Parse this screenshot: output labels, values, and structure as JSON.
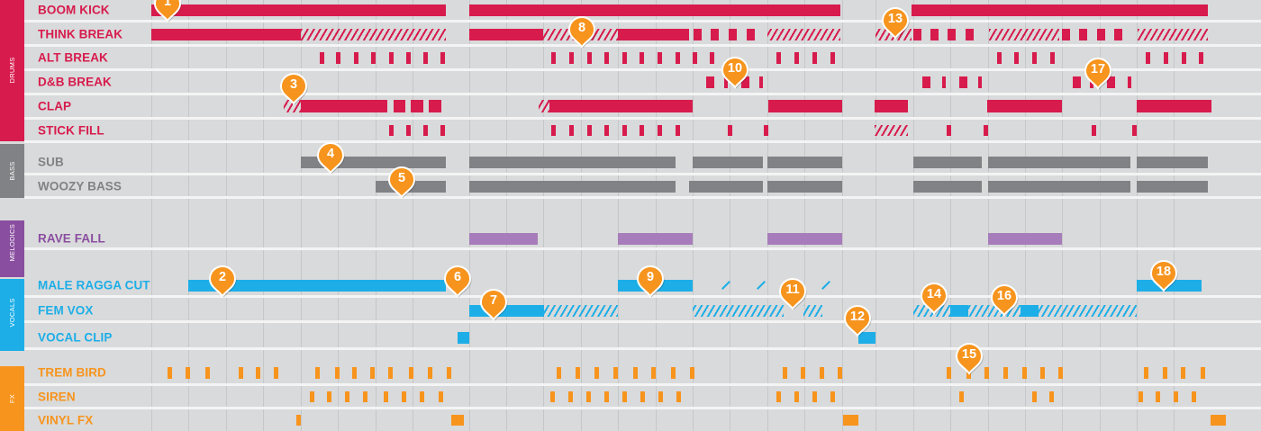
{
  "colors": {
    "drums": "#d71b4d",
    "bass": "#808285",
    "melodics": "#8a4ea0",
    "melodics_clip": "#a77cba",
    "vocals": "#1daee7",
    "fx": "#f7941d",
    "marker": "#f7941d",
    "background": "#d9dadb",
    "separator": "#f4f4f4",
    "gridline": "#c6c7c8"
  },
  "groups": [
    {
      "id": "drums",
      "label": "DRUMS",
      "color": "#d71b4d"
    },
    {
      "id": "bass",
      "label": "BASS",
      "color": "#808285"
    },
    {
      "id": "melodics",
      "label": "MELODICS",
      "color": "#8a4ea0"
    },
    {
      "id": "vocals",
      "label": "VOCALS",
      "color": "#1daee7"
    },
    {
      "id": "fx",
      "label": "FX",
      "color": "#f7941d"
    }
  ],
  "lanes": [
    {
      "name": "BOOM KICK",
      "group": "drums",
      "color": "#d71b4d",
      "clips": [
        {
          "s": 168,
          "e": 495,
          "t": "solid"
        },
        {
          "s": 521,
          "e": 933,
          "t": "solid"
        },
        {
          "s": 1012,
          "e": 1341,
          "t": "solid"
        }
      ]
    },
    {
      "name": "THINK BREAK",
      "group": "drums",
      "color": "#d71b4d",
      "clips": [
        {
          "s": 168,
          "e": 334,
          "t": "solid"
        },
        {
          "s": 334,
          "e": 495,
          "t": "hatch"
        },
        {
          "s": 521,
          "e": 603,
          "t": "solid"
        },
        {
          "s": 603,
          "e": 686,
          "t": "hatch"
        },
        {
          "s": 686,
          "e": 765,
          "t": "solid"
        },
        {
          "s": 770,
          "e": 779,
          "t": "solid"
        },
        {
          "s": 789,
          "e": 798,
          "t": "solid"
        },
        {
          "s": 809,
          "e": 818,
          "t": "solid"
        },
        {
          "s": 829,
          "e": 838,
          "t": "solid"
        },
        {
          "s": 852,
          "e": 933,
          "t": "hatch"
        },
        {
          "s": 972,
          "e": 1012,
          "t": "hatch"
        },
        {
          "s": 1014,
          "e": 1023,
          "t": "solid"
        },
        {
          "s": 1033,
          "e": 1042,
          "t": "solid"
        },
        {
          "s": 1052,
          "e": 1061,
          "t": "solid"
        },
        {
          "s": 1072,
          "e": 1081,
          "t": "solid"
        },
        {
          "s": 1098,
          "e": 1176,
          "t": "hatch"
        },
        {
          "s": 1179,
          "e": 1188,
          "t": "solid"
        },
        {
          "s": 1198,
          "e": 1207,
          "t": "solid"
        },
        {
          "s": 1218,
          "e": 1227,
          "t": "solid"
        },
        {
          "s": 1237,
          "e": 1246,
          "t": "solid"
        },
        {
          "s": 1263,
          "e": 1341,
          "t": "hatch"
        }
      ]
    },
    {
      "name": "ALT BREAK",
      "group": "drums",
      "color": "#d71b4d",
      "hit_w": 5,
      "hits": [
        355,
        373,
        393,
        412,
        432,
        451,
        470,
        489,
        612,
        632,
        652,
        671,
        691,
        710,
        730,
        750,
        769,
        788,
        862,
        882,
        902,
        922,
        1107,
        1126,
        1146,
        1166,
        1272,
        1292,
        1312,
        1331
      ]
    },
    {
      "name": "D&B BREAK",
      "group": "drums",
      "color": "#d71b4d",
      "clips": [
        {
          "s": 784,
          "e": 793,
          "t": "solid"
        },
        {
          "s": 804,
          "e": 808,
          "t": "solid"
        },
        {
          "s": 823,
          "e": 832,
          "t": "solid"
        },
        {
          "s": 843,
          "e": 847,
          "t": "solid"
        },
        {
          "s": 1024,
          "e": 1033,
          "t": "solid"
        },
        {
          "s": 1046,
          "e": 1050,
          "t": "solid"
        },
        {
          "s": 1065,
          "e": 1074,
          "t": "solid"
        },
        {
          "s": 1086,
          "e": 1090,
          "t": "solid"
        },
        {
          "s": 1191,
          "e": 1200,
          "t": "solid"
        },
        {
          "s": 1210,
          "e": 1214,
          "t": "solid"
        },
        {
          "s": 1229,
          "e": 1238,
          "t": "solid"
        },
        {
          "s": 1252,
          "e": 1256,
          "t": "solid"
        }
      ]
    },
    {
      "name": "CLAP",
      "group": "drums",
      "color": "#d71b4d",
      "clips": [
        {
          "s": 315,
          "e": 334,
          "t": "hatch"
        },
        {
          "s": 334,
          "e": 430,
          "t": "solid"
        },
        {
          "s": 437,
          "e": 450,
          "t": "solid"
        },
        {
          "s": 456,
          "e": 470,
          "t": "solid"
        },
        {
          "s": 476,
          "e": 490,
          "t": "solid"
        },
        {
          "s": 598,
          "e": 610,
          "t": "hatch"
        },
        {
          "s": 610,
          "e": 769,
          "t": "solid"
        },
        {
          "s": 853,
          "e": 935,
          "t": "solid"
        },
        {
          "s": 971,
          "e": 1008,
          "t": "solid"
        },
        {
          "s": 1096,
          "e": 1179,
          "t": "solid"
        },
        {
          "s": 1262,
          "e": 1345,
          "t": "solid"
        }
      ]
    },
    {
      "name": "STICK FILL",
      "group": "drums",
      "color": "#d71b4d",
      "hit_w": 5,
      "hits": [
        432,
        451,
        470,
        489,
        612,
        632,
        652,
        671,
        691,
        710,
        730,
        750,
        808,
        848
      ],
      "hatch": [
        [
          971,
          1008
        ]
      ],
      "hits2": [
        1051,
        1092,
        1212,
        1257
      ]
    },
    {
      "name": "SUB",
      "group": "bass",
      "color": "#808285",
      "clips": [
        {
          "s": 334,
          "e": 495,
          "t": "solid"
        },
        {
          "s": 521,
          "e": 750,
          "t": "solid"
        },
        {
          "s": 769,
          "e": 847,
          "t": "solid"
        },
        {
          "s": 852,
          "e": 935,
          "t": "solid"
        },
        {
          "s": 1014,
          "e": 1090,
          "t": "solid"
        },
        {
          "s": 1097,
          "e": 1255,
          "t": "solid"
        },
        {
          "s": 1262,
          "e": 1341,
          "t": "solid"
        }
      ]
    },
    {
      "name": "WOOZY BASS",
      "group": "bass",
      "color": "#808285",
      "clips": [
        {
          "s": 417,
          "e": 495,
          "t": "solid"
        },
        {
          "s": 521,
          "e": 750,
          "t": "solid"
        },
        {
          "s": 765,
          "e": 847,
          "t": "solid"
        },
        {
          "s": 852,
          "e": 935,
          "t": "solid"
        },
        {
          "s": 1014,
          "e": 1090,
          "t": "solid"
        },
        {
          "s": 1097,
          "e": 1255,
          "t": "solid"
        },
        {
          "s": 1262,
          "e": 1341,
          "t": "solid"
        }
      ]
    },
    {
      "name": "RAVE FALL",
      "group": "melodics",
      "color": "#a77cba",
      "clips": [
        {
          "s": 521,
          "e": 597,
          "t": "solid"
        },
        {
          "s": 686,
          "e": 769,
          "t": "solid"
        },
        {
          "s": 852,
          "e": 935,
          "t": "solid"
        },
        {
          "s": 1097,
          "e": 1179,
          "t": "solid"
        }
      ]
    },
    {
      "name": "MALE RAGGA CUT",
      "group": "vocals",
      "color": "#1daee7",
      "clips": [
        {
          "s": 209,
          "e": 495,
          "t": "solid"
        },
        {
          "s": 686,
          "e": 769,
          "t": "solid"
        },
        {
          "s": 1262,
          "e": 1334,
          "t": "solid"
        }
      ],
      "slashes": [
        806,
        845,
        884,
        917
      ]
    },
    {
      "name": "FEM VOX",
      "group": "vocals",
      "color": "#1daee7",
      "clips": [
        {
          "s": 521,
          "e": 604,
          "t": "solid"
        },
        {
          "s": 604,
          "e": 686,
          "t": "hatch"
        },
        {
          "s": 769,
          "e": 870,
          "t": "hatch"
        },
        {
          "s": 892,
          "e": 913,
          "t": "hatch"
        },
        {
          "s": 1014,
          "e": 1055,
          "t": "hatch"
        },
        {
          "s": 1055,
          "e": 1075,
          "t": "solid"
        },
        {
          "s": 1075,
          "e": 1133,
          "t": "hatch"
        },
        {
          "s": 1133,
          "e": 1153,
          "t": "solid"
        },
        {
          "s": 1153,
          "e": 1262,
          "t": "hatch"
        }
      ]
    },
    {
      "name": "VOCAL CLIP",
      "group": "vocals",
      "color": "#1daee7",
      "clips": [
        {
          "s": 508,
          "e": 521,
          "t": "solid"
        },
        {
          "s": 953,
          "e": 972,
          "t": "solid"
        }
      ]
    },
    {
      "name": "TREM BIRD",
      "group": "fx",
      "color": "#f7941d",
      "hit_w": 5,
      "hits": [
        186,
        206,
        228,
        265,
        284,
        304,
        350,
        372,
        391,
        411,
        431,
        454,
        475,
        496,
        618,
        639,
        660,
        681,
        703,
        723,
        745,
        766,
        869,
        889,
        910,
        930,
        1051,
        1073,
        1093,
        1114,
        1135,
        1155,
        1175,
        1270,
        1291,
        1311,
        1333
      ]
    },
    {
      "name": "SIREN",
      "group": "fx",
      "color": "#f7941d",
      "hit_w": 5,
      "hits": [
        344,
        363,
        383,
        403,
        426,
        446,
        466,
        487,
        611,
        631,
        651,
        671,
        691,
        711,
        731,
        751,
        862,
        882,
        902,
        922,
        1065,
        1146,
        1165,
        1264,
        1283,
        1303,
        1323
      ]
    },
    {
      "name": "VINYL FX",
      "group": "fx",
      "color": "#f7941d",
      "clips": [
        {
          "s": 329,
          "e": 334,
          "t": "solid"
        },
        {
          "s": 501,
          "e": 515,
          "t": "solid"
        },
        {
          "s": 936,
          "e": 953,
          "t": "solid"
        },
        {
          "s": 1344,
          "e": 1361,
          "t": "solid"
        }
      ]
    }
  ],
  "markers": [
    {
      "label": "1",
      "lane": 0
    },
    {
      "label": "2",
      "lane": 9
    },
    {
      "label": "3",
      "lane": 3
    },
    {
      "label": "4",
      "lane": 5
    },
    {
      "label": "5",
      "lane": 6
    },
    {
      "label": "6",
      "lane": 9
    },
    {
      "label": "7",
      "lane": 9
    },
    {
      "label": "8",
      "lane": 0
    },
    {
      "label": "9",
      "lane": 9
    },
    {
      "label": "10",
      "lane": 2
    },
    {
      "label": "11",
      "lane": 9
    },
    {
      "label": "12",
      "lane": 10
    },
    {
      "label": "13",
      "lane": 0
    },
    {
      "label": "14",
      "lane": 9
    },
    {
      "label": "15",
      "lane": 11
    },
    {
      "label": "16",
      "lane": 9
    },
    {
      "label": "17",
      "lane": 2
    },
    {
      "label": "18",
      "lane": 9
    }
  ]
}
